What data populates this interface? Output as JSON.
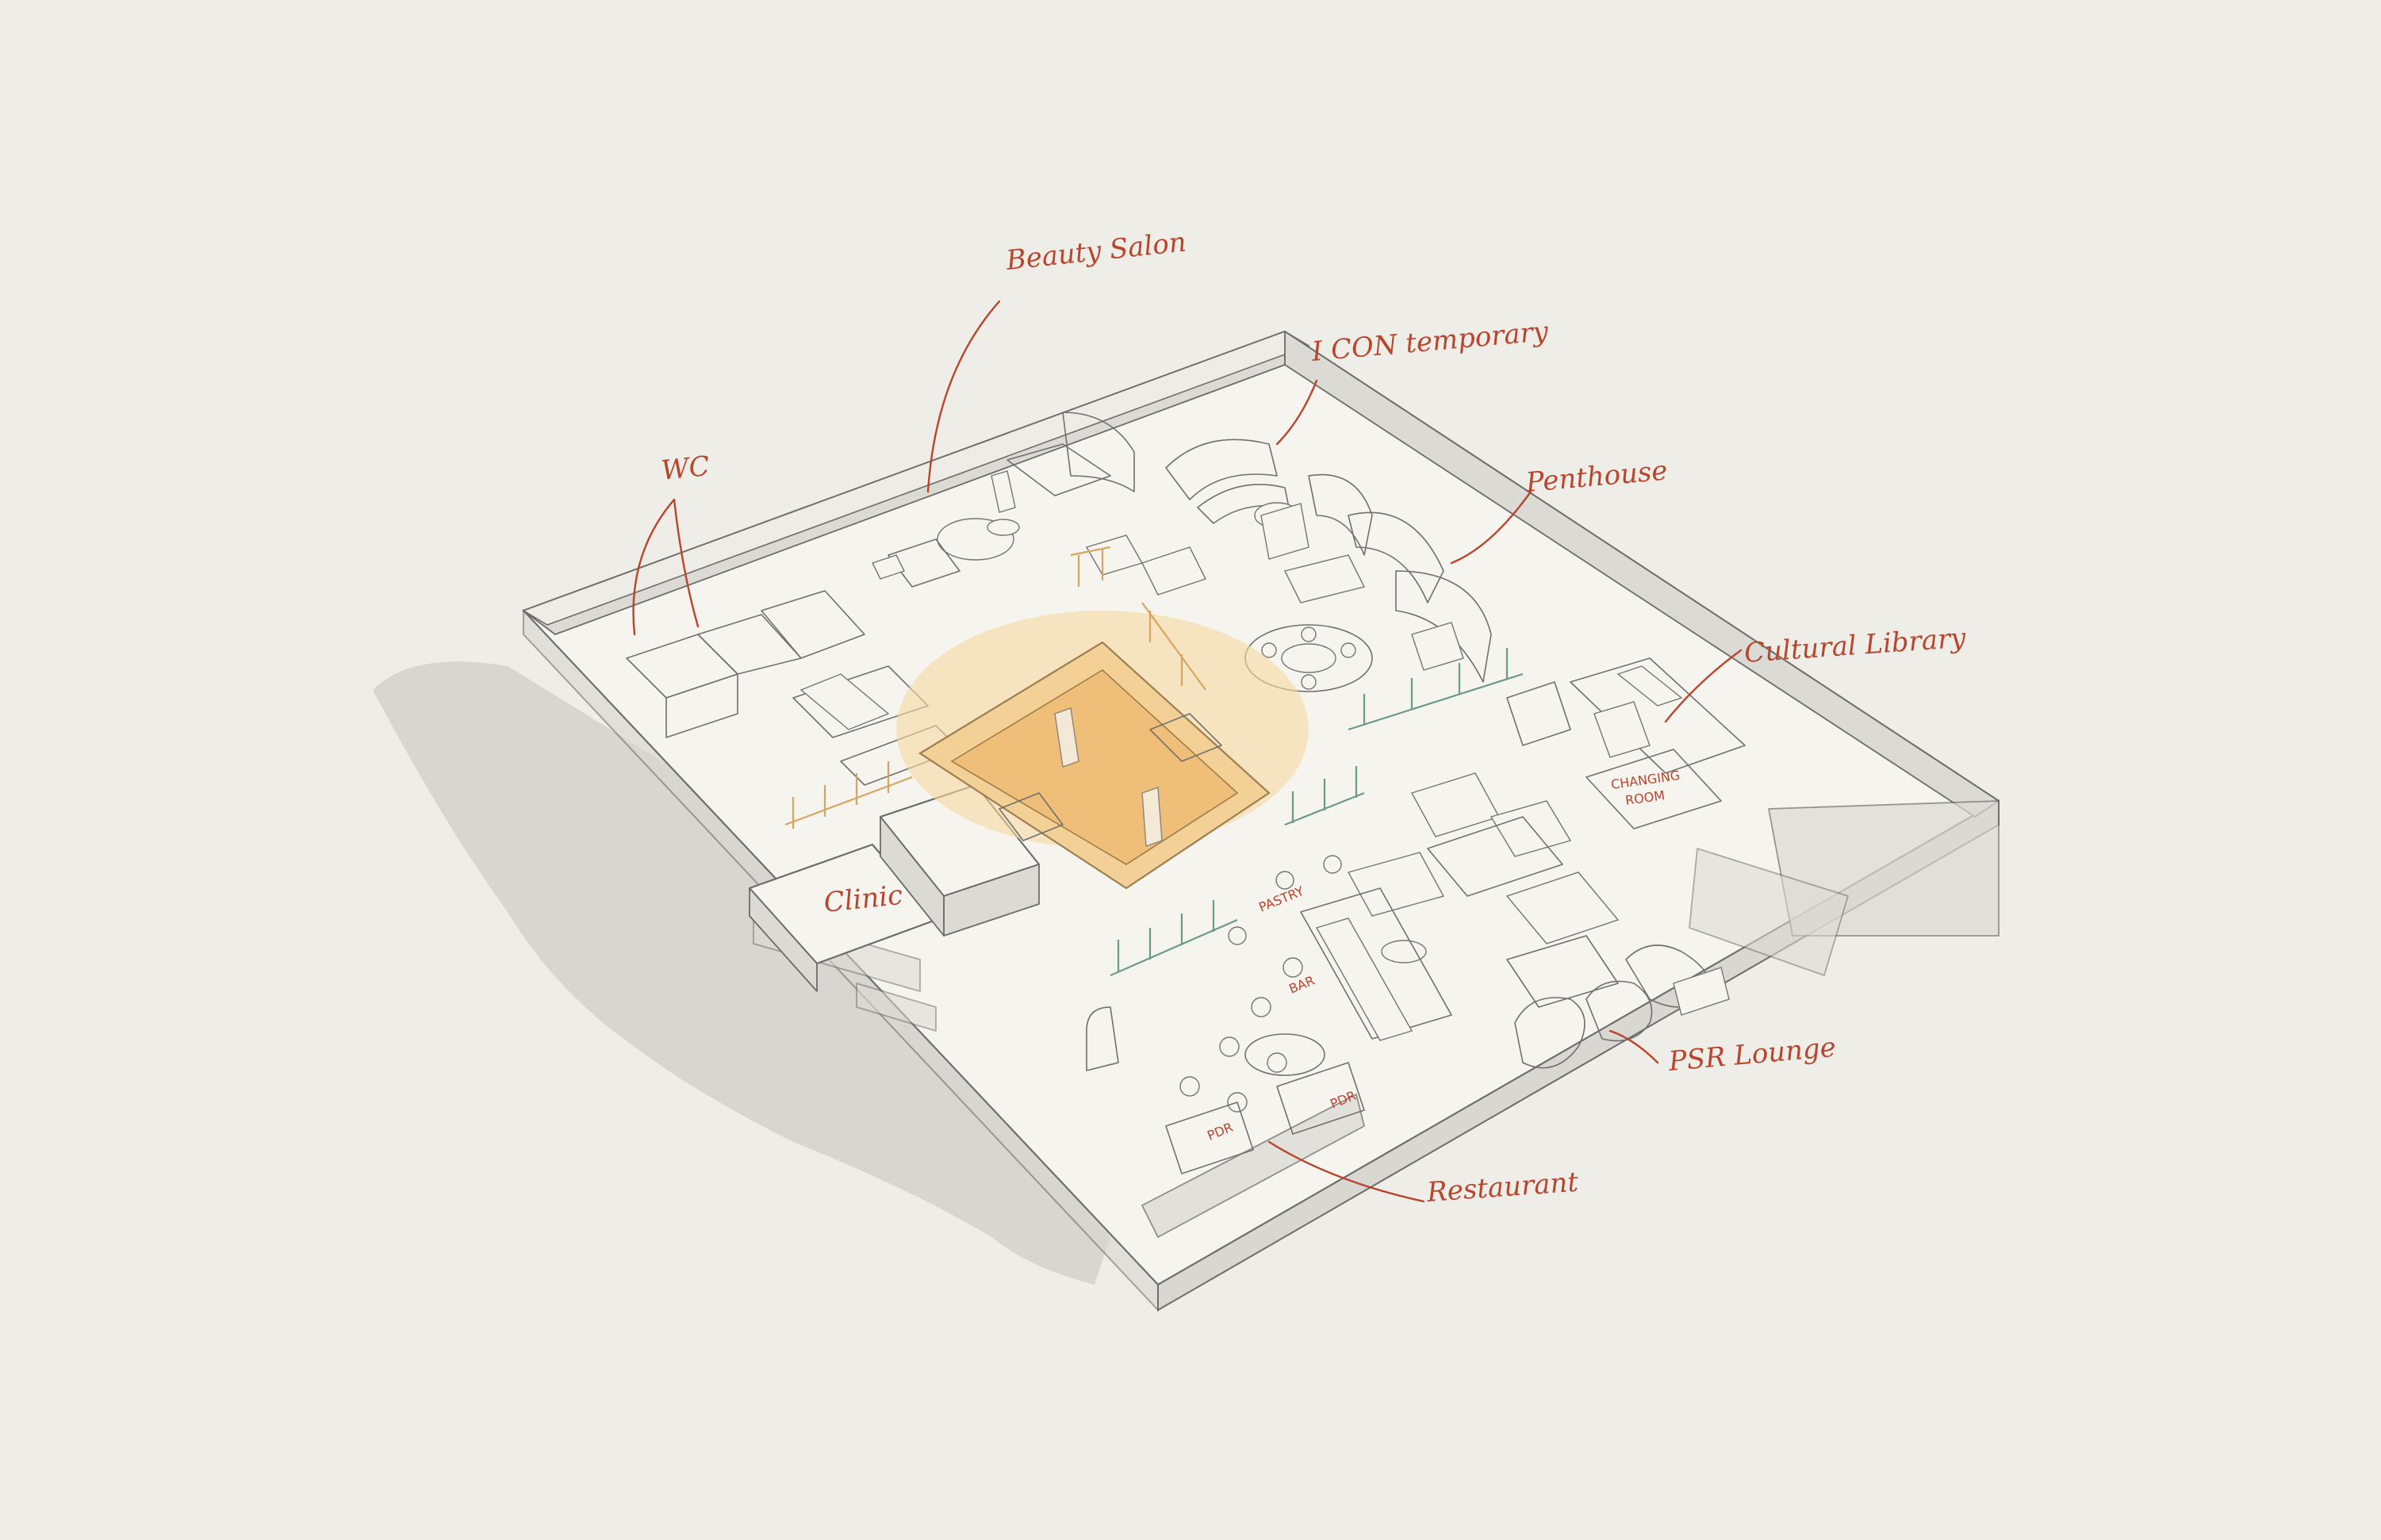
{
  "labels": {
    "beauty_salon": "Beauty Salon",
    "icon_temporary": "I CON temporary",
    "penthouse": "Penthouse",
    "wc": "WC",
    "cultural_library": "Cultural Library",
    "changing_room_1": "CHANGING",
    "changing_room_2": "ROOM",
    "clinic": "Clinic",
    "pastry": "PASTRY",
    "bar": "BAR",
    "pdr_1": "PDR",
    "pdr_2": "PDR",
    "psr_lounge": "PSR Lounge",
    "restaurant": "Restaurant"
  },
  "colors": {
    "paper": "#efede8",
    "annotation": "#b8452c",
    "atrium": "#f2cf94",
    "screen_orange": "#d9a45d",
    "screen_green": "#6b9a86"
  }
}
